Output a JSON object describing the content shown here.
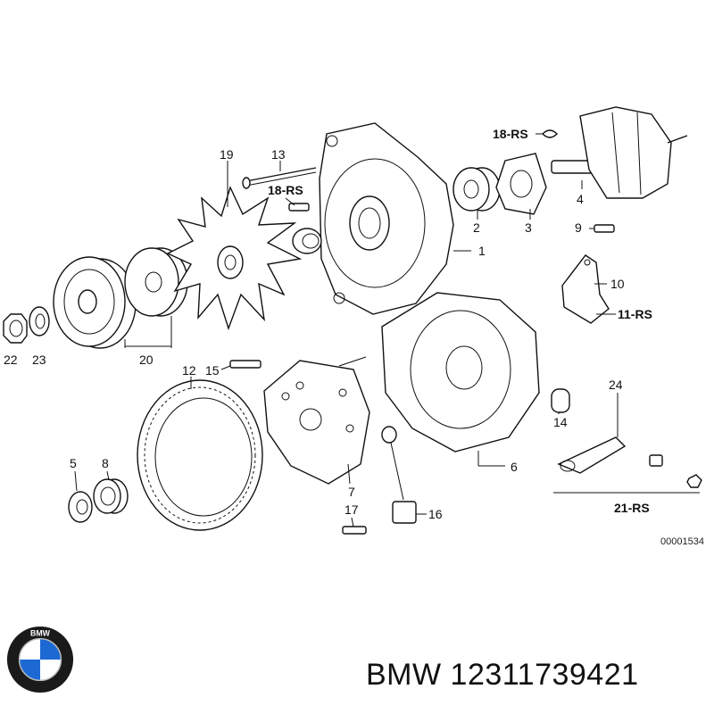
{
  "diagram": {
    "drawing_code": "00001534",
    "callouts": {
      "c1": "1",
      "c2": "2",
      "c3": "3",
      "c4": "4",
      "c5": "5",
      "c6": "6",
      "c7": "7",
      "c8": "8",
      "c9": "9",
      "c10": "10",
      "c11": "11-RS",
      "c12": "12",
      "c13": "13",
      "c14": "14",
      "c15": "15",
      "c16": "16",
      "c17": "17",
      "c18a": "18-RS",
      "c18b": "18-RS",
      "c19": "19",
      "c20": "20",
      "c21": "21-RS",
      "c22": "22",
      "c23": "23",
      "c24": "24"
    }
  },
  "footer": {
    "brand": "BMW",
    "part_number": "12311739421",
    "logo_letters": "BMW"
  }
}
